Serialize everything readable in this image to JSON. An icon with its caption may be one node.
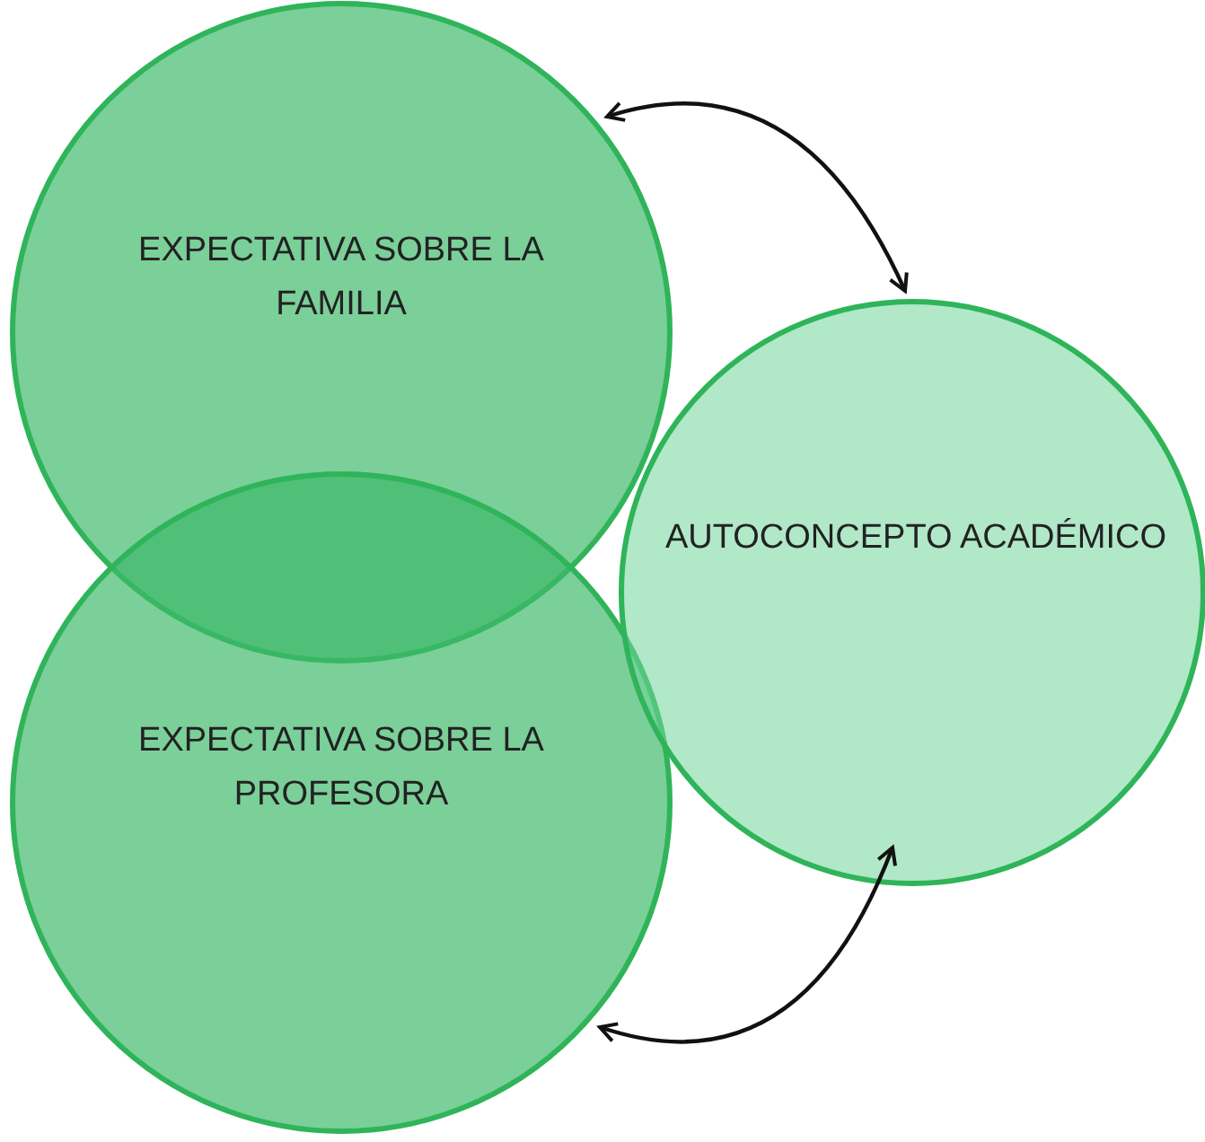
{
  "diagram": {
    "nodes": [
      {
        "text": [
          "EXPECTATIVA SOBRE LA FAMILIA"
        ]
      },
      {
        "text": [
          "EXPECTATIVA SOBRE LA PROFESORA"
        ]
      },
      {
        "text": [
          "AUTOCONCEPTO ACADÉMICO"
        ]
      }
    ],
    "edges": [
      {
        "from": 0,
        "to": 2,
        "arrow": "both"
      },
      {
        "from": 1,
        "to": 2,
        "arrow": "both"
      }
    ]
  }
}
